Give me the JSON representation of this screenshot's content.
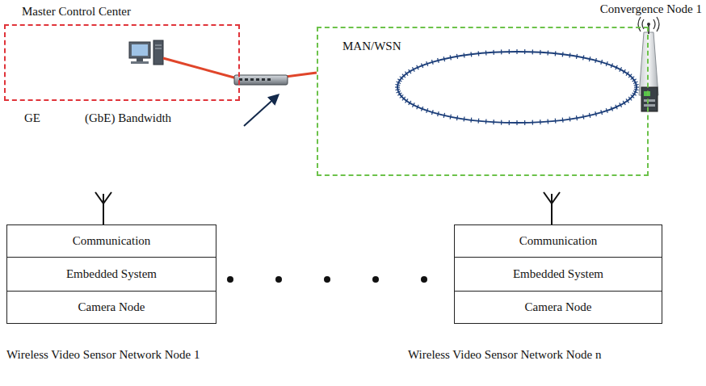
{
  "diagram": {
    "nodes": [
      {
        "text": [
          "Master Control Center"
        ]
      },
      {
        "text": [
          "MAN/WSN"
        ]
      },
      {
        "text": [
          "Communication"
        ]
      },
      {
        "text": [
          "Embedded System"
        ]
      },
      {
        "text": [
          "Camera Node"
        ]
      },
      {
        "text": [
          "Communication"
        ]
      },
      {
        "text": [
          "Embedded System"
        ]
      },
      {
        "text": [
          "Camera Node"
        ]
      }
    ],
    "edges": [
      {
        "from": 0,
        "to": 1,
        "arrow": "none"
      }
    ],
    "labels": [
      "Convergence Node 1",
      "GE",
      "(GbE) Bandwidth",
      "Wireless Video Sensor Network Node 1",
      "Wireless Video Sensor Network Node n"
    ]
  }
}
